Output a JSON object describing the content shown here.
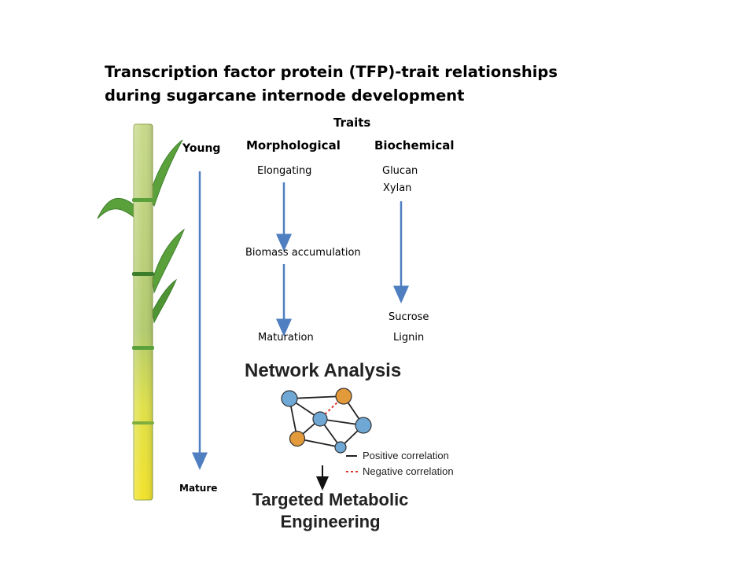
{
  "title": {
    "line1": "Transcription factor protein (TFP)-trait relationships",
    "line2": "during sugarcane internode development"
  },
  "traits": {
    "header": "Traits",
    "morphological": {
      "header": "Morphological",
      "stages": [
        "Elongating",
        "Biomass accumulation",
        "Maturation"
      ]
    },
    "biochemical": {
      "header": "Biochemical",
      "top": [
        "Glucan",
        "Xylan"
      ],
      "bottom": [
        "Sucrose",
        "Lignin"
      ]
    }
  },
  "development": {
    "start": "Young",
    "end": "Mature"
  },
  "network": {
    "title": "Network Analysis",
    "legend": {
      "positive": "Positive correlation",
      "negative": "Negative correlation"
    },
    "colors": {
      "node_blue": "#6fa8d4",
      "node_orange": "#e39a3a",
      "positive_edge": "#222222",
      "negative_edge": "#e0352b"
    }
  },
  "outcome": {
    "line1": "Targeted Metabolic",
    "line2": "Engineering"
  },
  "colors": {
    "arrow": "#4f7fc0",
    "stalk_green": "#b7cf78",
    "stalk_yellow": "#f0e030",
    "leaf": "#5aa13c"
  },
  "icons": [
    "sugarcane-stalk-illustration",
    "network-graph-icon",
    "down-arrow-icon"
  ]
}
